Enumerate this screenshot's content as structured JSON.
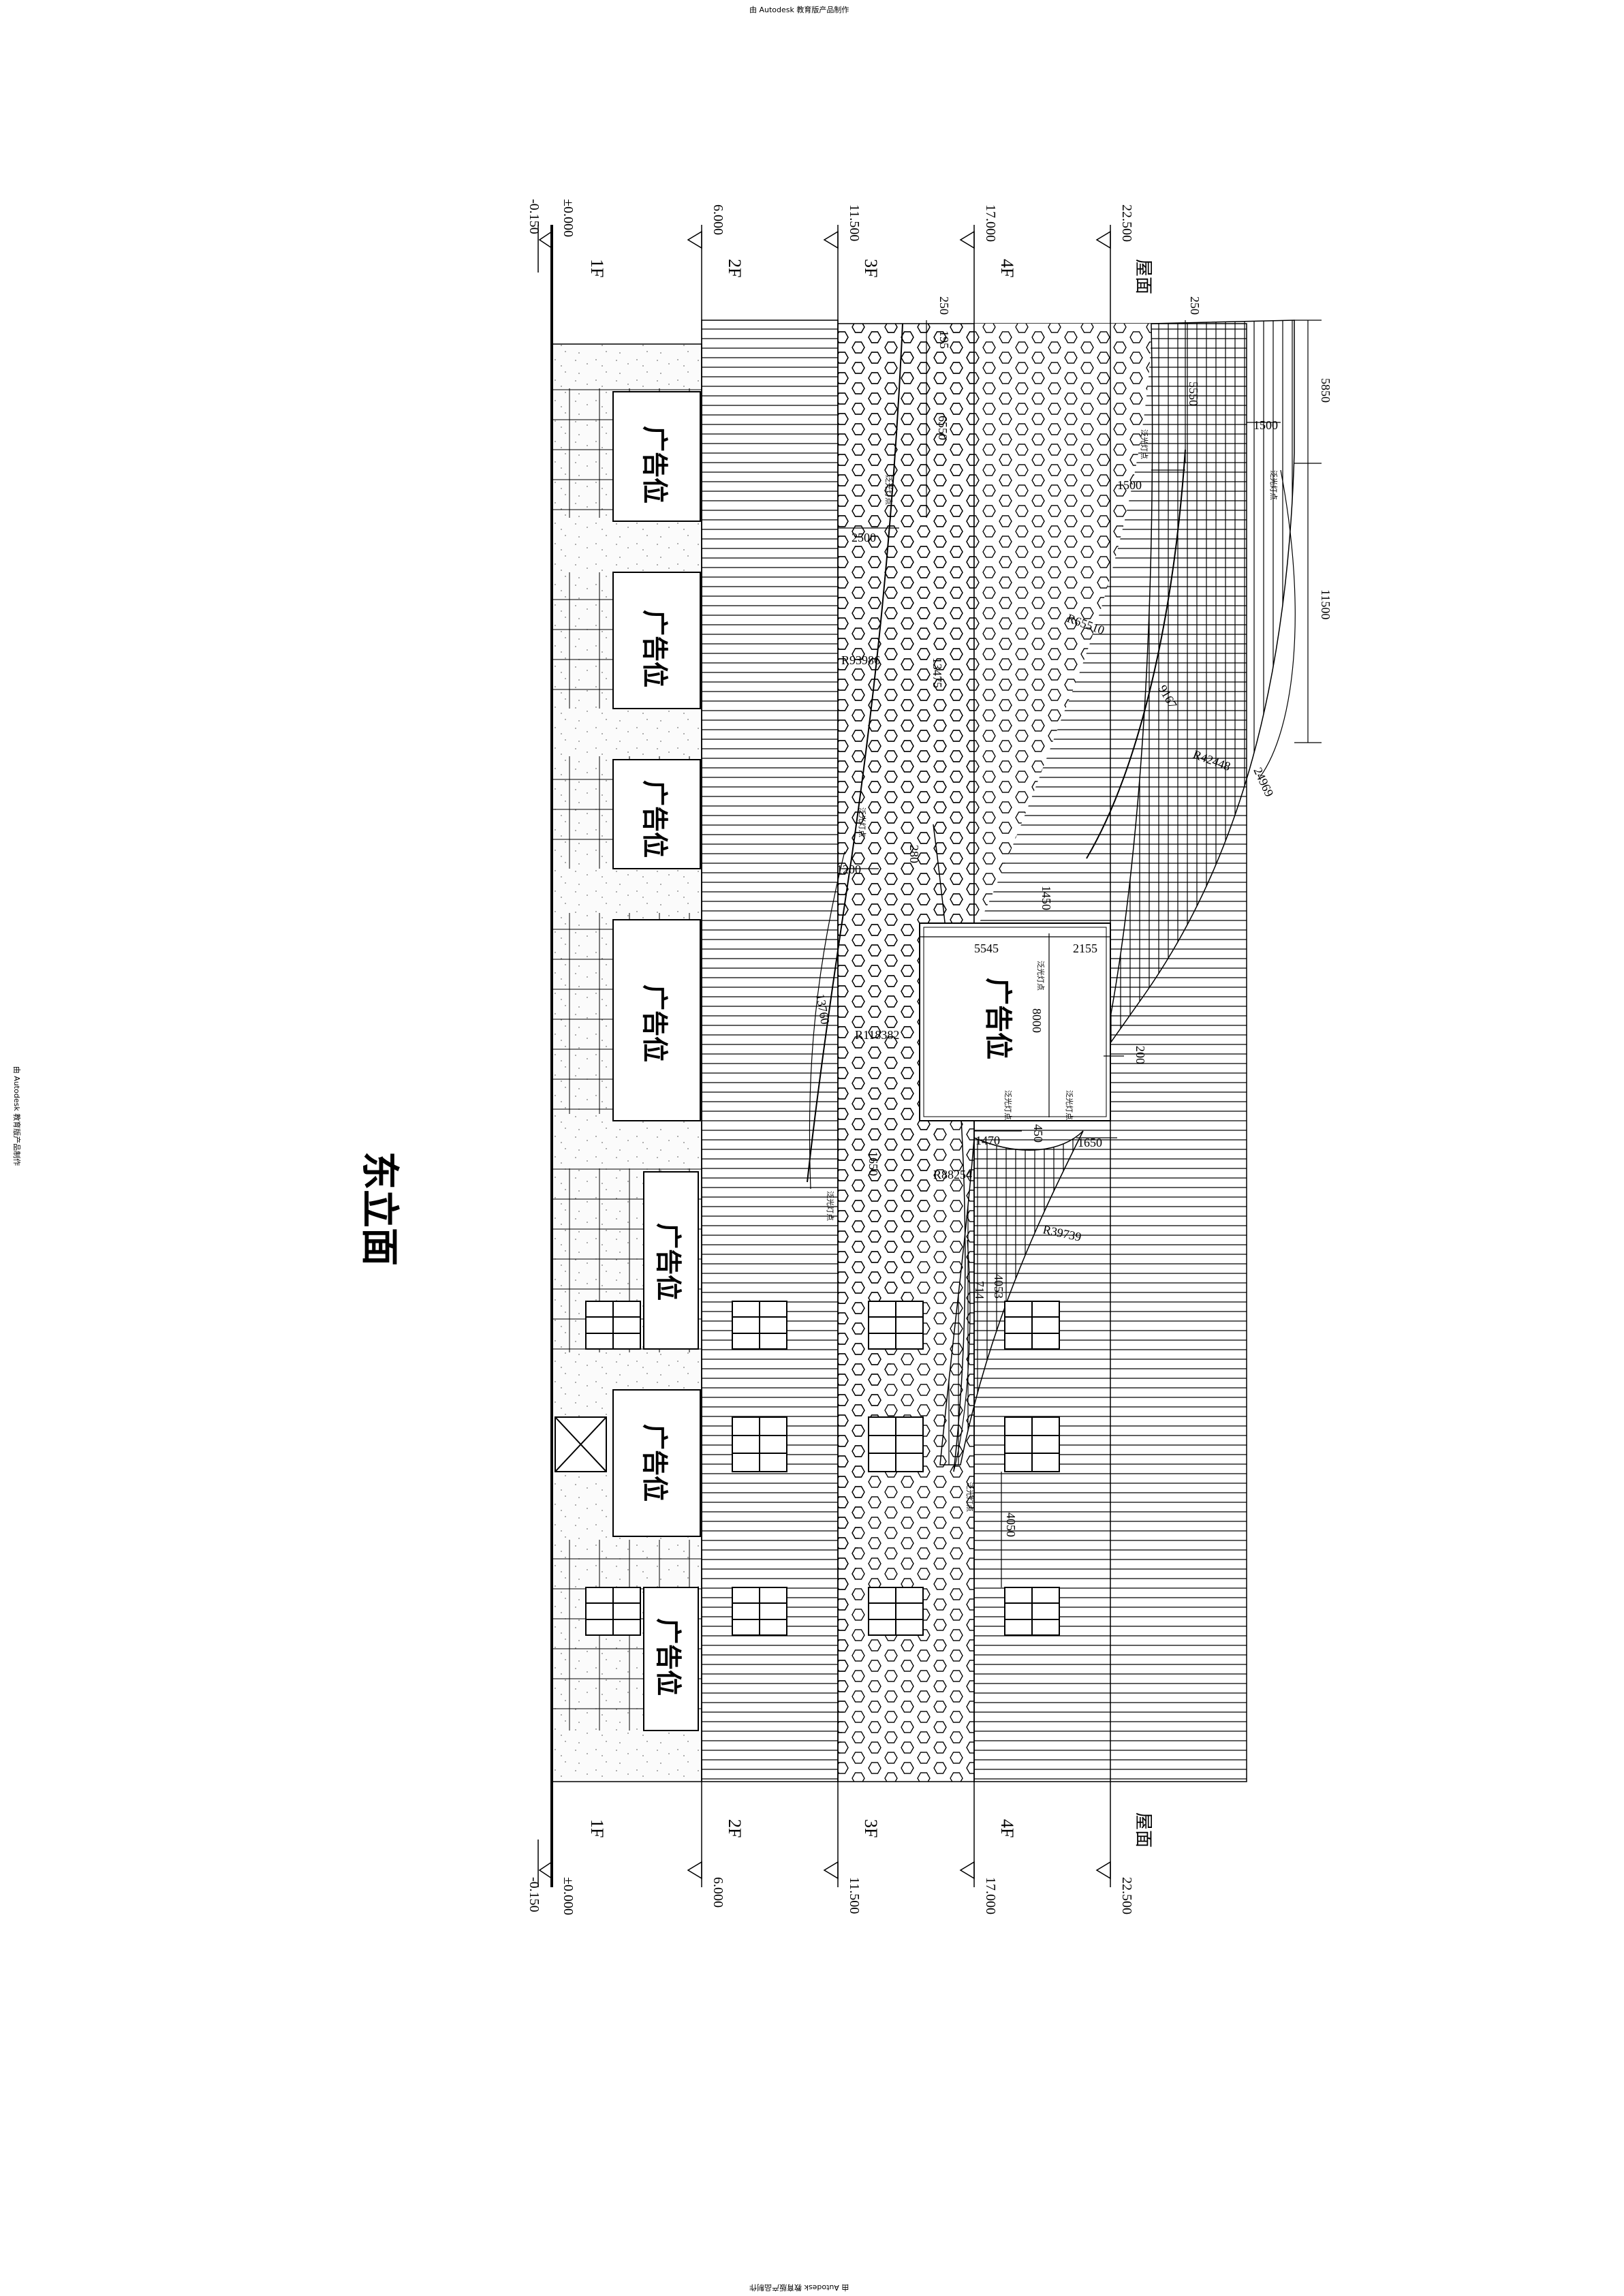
{
  "watermark": "由 Autodesk 教育版产品制作",
  "title": "东立面",
  "floors": [
    {
      "name": "1F",
      "elevation": "±0.000"
    },
    {
      "name": "2F",
      "elevation": "6.000"
    },
    {
      "name": "3F",
      "elevation": "11.500"
    },
    {
      "name": "4F",
      "elevation": "17.000"
    },
    {
      "name": "屋面",
      "elevation": "22.500"
    }
  ],
  "ground_elevation": "-0.150",
  "ad_label": "广告位",
  "light_tag": "泛光灯点",
  "dimensions": {
    "d250a": "250",
    "d250b": "250",
    "d195": "195",
    "d6550": "6550",
    "d5550": "5550",
    "d5850": "5850",
    "d1500a": "1500",
    "d1500b": "1500",
    "d11500": "11500",
    "d2500": "2500",
    "r65510": "R65510",
    "r93986": "R93986",
    "d13475": "13475",
    "d9167": "9167",
    "r42448": "R42448",
    "d24969": "24969",
    "d1200": "1200",
    "d280": "280",
    "d1450": "1450",
    "d5545": "5545",
    "d2155": "2155",
    "d8000": "8000",
    "r118382": "R118382",
    "d13760": "13760",
    "d200": "200",
    "d1470": "1470",
    "d1650a": "1650",
    "d1650b": "1650",
    "d450": "450",
    "r88254": "R88254",
    "r39739": "R39739",
    "d4053": "4053",
    "d714": "714",
    "d4050": "4050"
  }
}
